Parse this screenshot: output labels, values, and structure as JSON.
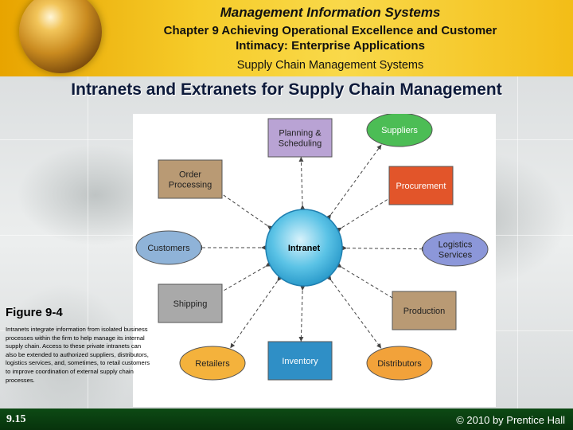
{
  "header": {
    "title": "Management Information Systems",
    "chapter_line1": "Chapter 9 Achieving Operational Excellence and Customer",
    "chapter_line2": "Intimacy: Enterprise Applications",
    "section": "Supply Chain Management Systems"
  },
  "slide_title": "Intranets and Extranets for Supply Chain Management",
  "diagram": {
    "center": "Intranet",
    "nodes": [
      {
        "lines": [
          "Planning &",
          "Scheduling"
        ],
        "shape": "rect",
        "color": "#b9a3d4"
      },
      {
        "lines": [
          "Suppliers"
        ],
        "shape": "ellipse",
        "color": "#4cbd55"
      },
      {
        "lines": [
          "Procurement"
        ],
        "shape": "rect",
        "color": "#e2552a"
      },
      {
        "lines": [
          "Logistics",
          "Services"
        ],
        "shape": "ellipse",
        "color": "#8c97d9"
      },
      {
        "lines": [
          "Production"
        ],
        "shape": "rect",
        "color": "#b99a74"
      },
      {
        "lines": [
          "Distributors"
        ],
        "shape": "ellipse",
        "color": "#f2a23a"
      },
      {
        "lines": [
          "Inventory"
        ],
        "shape": "rect",
        "color": "#2f8fc6"
      },
      {
        "lines": [
          "Retailers"
        ],
        "shape": "ellipse",
        "color": "#f4b23c"
      },
      {
        "lines": [
          "Shipping"
        ],
        "shape": "rect",
        "color": "#a9a9a9"
      },
      {
        "lines": [
          "Customers"
        ],
        "shape": "ellipse",
        "color": "#8fb3d8"
      },
      {
        "lines": [
          "Order",
          "Processing"
        ],
        "shape": "rect",
        "color": "#b99a74"
      }
    ]
  },
  "figure": {
    "title": "Figure 9-4",
    "caption": "Intranets integrate information from isolated business processes within the firm to help manage its internal supply chain. Access to these private intranets can also be extended to authorized suppliers, distributors, logistics services, and, sometimes, to retail customers to improve coordination of external supply chain processes."
  },
  "footer": {
    "page": "9.15",
    "copyright": "© 2010 by Prentice Hall"
  }
}
